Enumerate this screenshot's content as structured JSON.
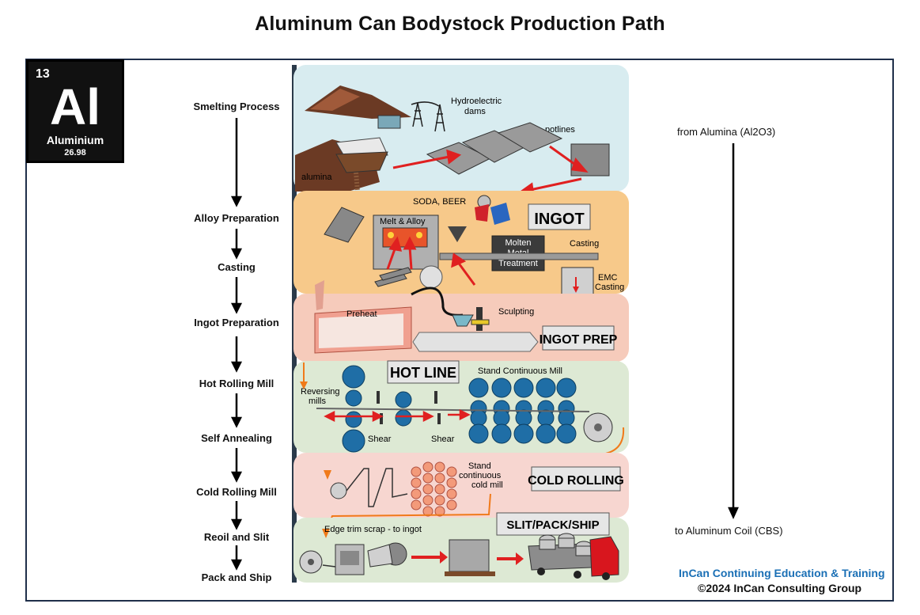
{
  "title": "Aluminum Can Bodystock Production Path",
  "element": {
    "number": "13",
    "symbol": "Al",
    "name": "Aluminium",
    "mass": "26.98"
  },
  "steps": [
    "Smelting Process",
    "Alloy Preparation",
    "Casting",
    "Ingot Preparation",
    "Hot Rolling Mill",
    "Self Annealing",
    "Cold Rolling Mill",
    "Reoil and Slit",
    "Pack and Ship"
  ],
  "side": {
    "from": "from Alumina (Al2O3)",
    "to": "to Aluminum Coil (CBS)"
  },
  "diagram": {
    "smelting": {
      "hydro": "Hydroelectric dams",
      "potlines": "potlines",
      "alumina": "alumina"
    },
    "ingot": {
      "soda": "SODA, BEER",
      "melt": "Melt & Alloy",
      "banner": "INGOT",
      "casting": "Casting",
      "molten": "Molten Metal Treatment",
      "emc": "EMC Casting"
    },
    "prep": {
      "preheat": "Preheat",
      "sculpting": "Sculpting",
      "banner": "INGOT PREP"
    },
    "hot": {
      "banner": "HOT LINE",
      "stand": "Stand Continuous Mill",
      "reversing": "Reversing mills",
      "shear1": "Shear",
      "shear2": "Shear"
    },
    "cold": {
      "stand": "Stand continuous cold mill",
      "banner": "COLD ROLLING"
    },
    "slit": {
      "banner": "SLIT/PACK/SHIP",
      "edge": "Edge trim scrap - to ingot"
    }
  },
  "footer": {
    "org": "InCan Continuing Education & Training",
    "copyright": "©2024   InCan Consulting Group"
  },
  "colors": {
    "blue_text": "#1a6fb5",
    "frame": "#1f2f4a",
    "arrow_red": "#e02020",
    "flow_orange": "#f07a1a"
  }
}
